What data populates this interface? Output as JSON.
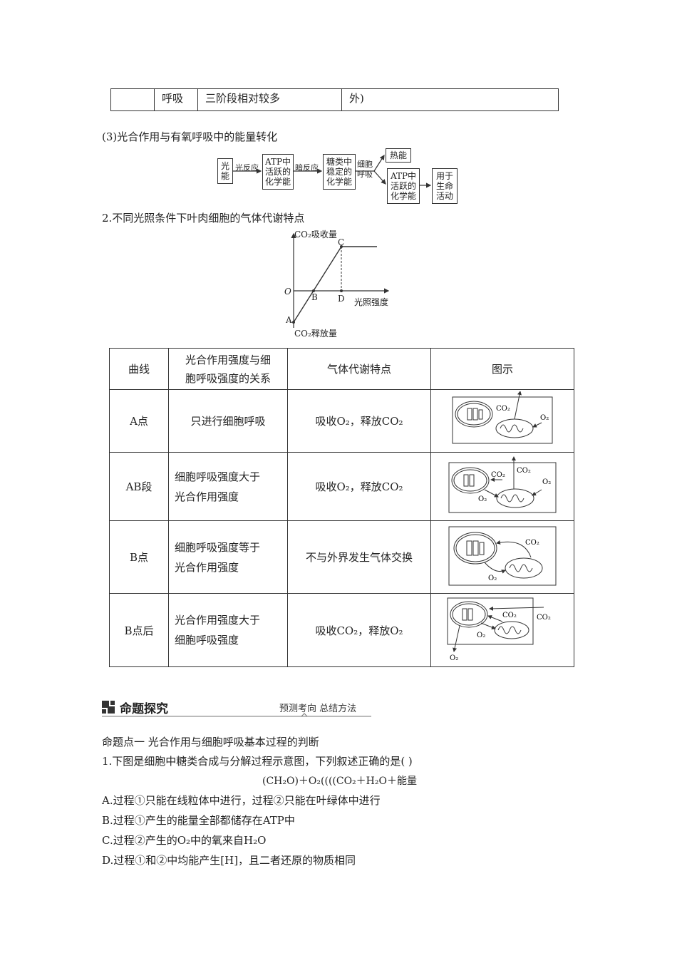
{
  "top_table": {
    "c1": "",
    "c2": "呼吸",
    "c3": "三阶段相对较多",
    "c4": "外)"
  },
  "section3_title": "(3)光合作用与有氧呼吸中的能量转化",
  "flow": {
    "b1": "光\n能",
    "l1": "光反应",
    "b2": "ATP中\n活跃的\n化学能",
    "l2": "暗反应",
    "b3": "糖类中\n稳定的\n化学能",
    "l3": "细胞\n呼吸",
    "b4": "热能",
    "b5": "ATP中\n活跃的\n化学能",
    "b6": "用于\n生命\n活动"
  },
  "section2_title": "2.不同光照条件下叶肉细胞的气体代谢特点",
  "graph": {
    "ylabel_top": "CO₂吸收量",
    "ylabel_bottom": "CO₂释放量",
    "xlabel": "光照强度",
    "origin": "O",
    "pt_a": "A",
    "pt_b": "B",
    "pt_c": "C",
    "pt_d": "D"
  },
  "gas_table": {
    "headers": [
      "曲线",
      "光合作用强度与细\n胞呼吸强度的关系",
      "气体代谢特点",
      "图示"
    ],
    "rows": [
      {
        "curve": "A点",
        "relation": "只进行细胞呼吸",
        "gas": "吸收O₂，释放CO₂"
      },
      {
        "curve": "AB段",
        "relation": "细胞呼吸强度大于\n光合作用强度",
        "gas": "吸收O₂，释放CO₂"
      },
      {
        "curve": "B点",
        "relation": "细胞呼吸强度等于\n光合作用强度",
        "gas": "不与外界发生气体交换"
      },
      {
        "curve": "B点后",
        "relation": "光合作用强度大于\n细胞呼吸强度",
        "gas": "吸收CO₂，释放O₂"
      }
    ],
    "co2": "CO₂",
    "o2": "O₂"
  },
  "section_header": {
    "title": "命题探究",
    "subtitle": "预测考向  总结方法"
  },
  "topic1": "命题点一    光合作用与细胞呼吸基本过程的判断",
  "question": "1.下图是细胞中糖类合成与分解过程示意图，下列叙述正确的是(      )",
  "equation": "(CH₂O)＋O₂((((CO₂＋H₂O＋能量",
  "options": [
    "A.过程①只能在线粒体中进行，过程②只能在叶绿体中进行",
    "B.过程①产生的能量全部都储存在ATP中",
    "C.过程②产生的O₂中的氧来自H₂O",
    "D.过程①和②中均能产生[H]，且二者还原的物质相同"
  ]
}
